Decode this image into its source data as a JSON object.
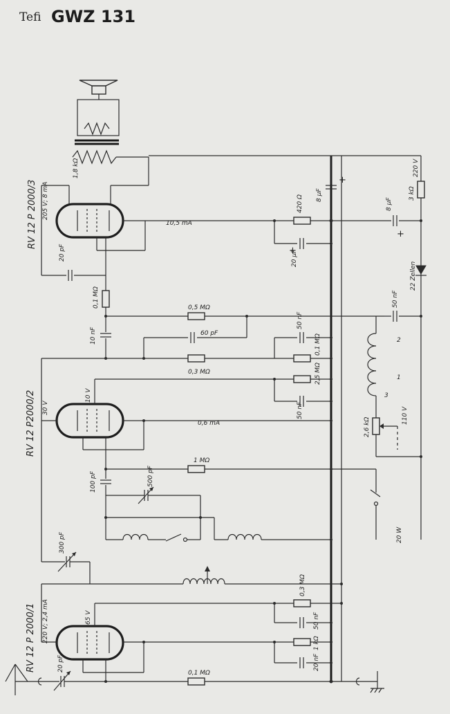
{
  "header": {
    "brand": "Tefi",
    "model": "GWZ 131"
  },
  "tubes": [
    {
      "type": "RV 12 P 2000/3",
      "supply": "205 V; 8 mA"
    },
    {
      "type": "RV 12 P2000/2",
      "supply_left": "30 V",
      "supply_right": "10 V"
    },
    {
      "type": "RV 12 P 2000/1",
      "supply_left": "220 V; 2,4 mA",
      "supply_right": "65 V"
    }
  ],
  "components": {
    "load_res": "1,8 kΩ",
    "grid_cap_1": "20 pF",
    "grid_res_1": "0,1 MΩ",
    "coupling_cap_1": "10 nF",
    "r_05": "0,5 MΩ",
    "c_60": "60 pF",
    "r_03_mid": "0,3 MΩ",
    "r_01_mid": "0,1 MΩ",
    "c_50a": "50 nF",
    "r_25": "2,5 MΩ",
    "c_50b": "50 nF",
    "r_420": "420 Ω",
    "c_8uf_top": "8 µF",
    "c_20uf": "20 µF",
    "c_8uf_right": "8 µF",
    "r_3k": "3 kΩ",
    "c_50nf_right": "50 nF",
    "coil_pins": [
      "2",
      "1",
      "3"
    ],
    "pot_26": "2,6 kΩ",
    "c_100": "100 pF",
    "r_1m": "1 MΩ",
    "c_500": "500 pF",
    "c_300": "300 pF",
    "r_03_bottom": "0,3 MΩ",
    "c_50_bottom": "50 nF",
    "r_1k": "1 kΩ",
    "c_20nf": "20 nF",
    "ant_cap": "20 pF",
    "ant_res": "0,1 MΩ"
  },
  "annotations": {
    "current_1": "10,5 mA",
    "current_2": "0,6 mA",
    "cells": "22 Zellen",
    "v220": "220 V",
    "v110": "110 V",
    "power": "20 W",
    "plus_1": "+",
    "plus_2": "+",
    "plus_3": "+"
  }
}
